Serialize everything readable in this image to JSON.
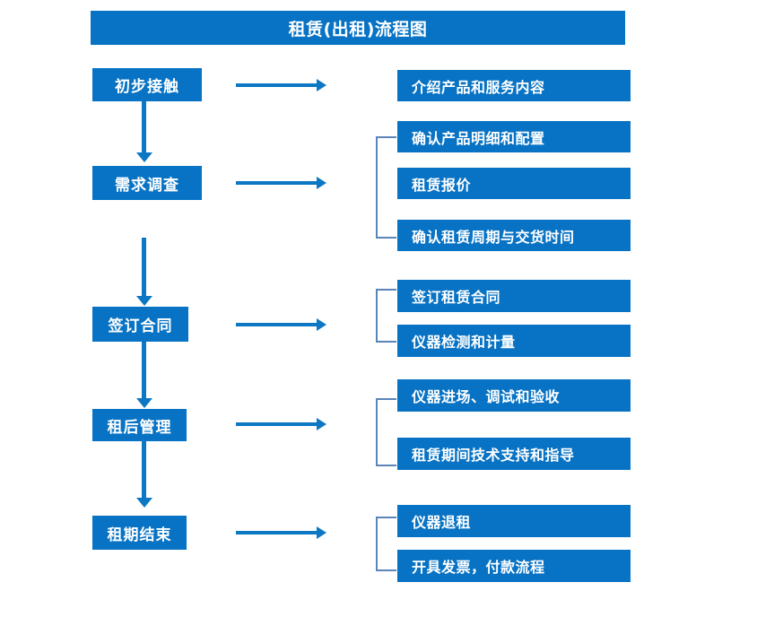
{
  "diagram": {
    "title": "租赁(出租)流程图",
    "colors": {
      "box_fill": "#0873C4",
      "box_text": "#FFFFFF",
      "arrow": "#0C77C2",
      "bracket": "#5B84B8",
      "background": "#FFFFFF"
    },
    "stages": [
      {
        "label": "初步接触",
        "details": [
          "介绍产品和服务内容"
        ]
      },
      {
        "label": "需求调查",
        "details": [
          "确认产品明细和配置",
          "租赁报价",
          "确认租赁周期与交货时间"
        ]
      },
      {
        "label": "签订合同",
        "details": [
          "签订租赁合同",
          "仪器检测和计量"
        ]
      },
      {
        "label": "租后管理",
        "details": [
          "仪器进场、调试和验收",
          "租赁期间技术支持和指导"
        ]
      },
      {
        "label": "租期结束",
        "details": [
          "仪器退租",
          "开具发票，付款流程"
        ]
      }
    ]
  }
}
